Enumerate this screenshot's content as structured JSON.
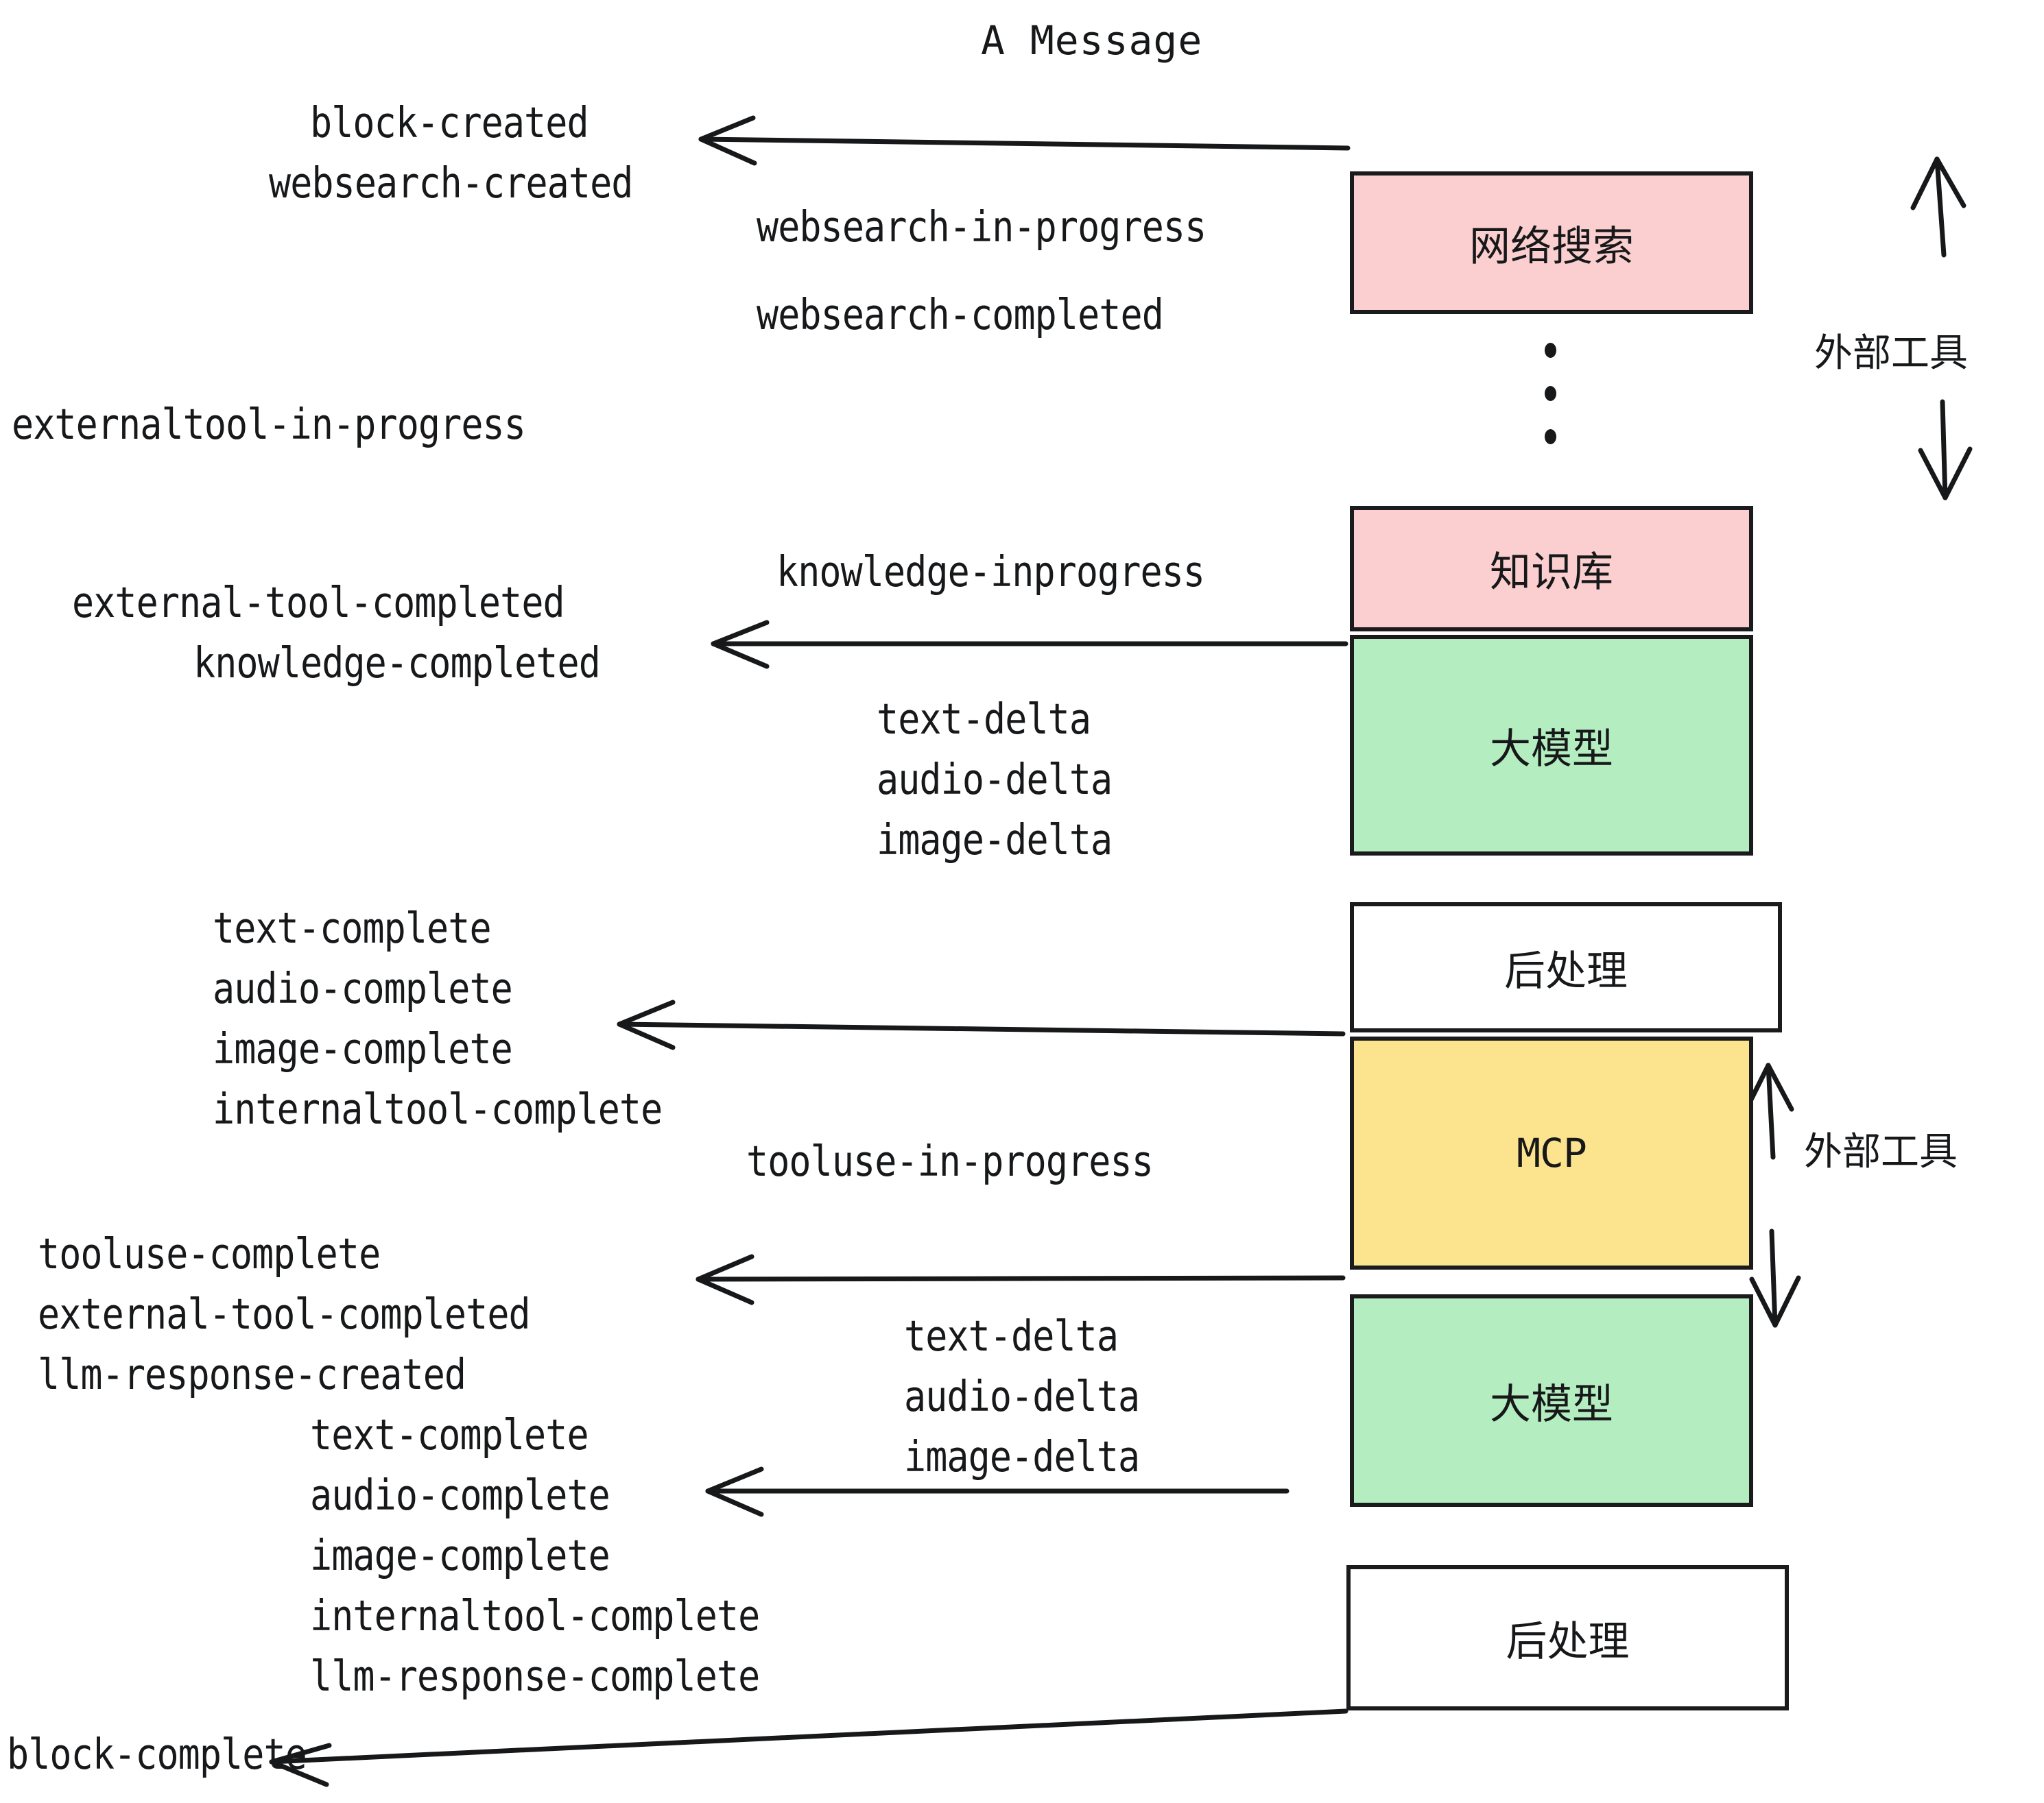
{
  "title": "A Message",
  "nodes": [
    {
      "id": "websearch",
      "label": "网络搜索",
      "color": "#fbcfcf"
    },
    {
      "id": "knowledge",
      "label": "知识库",
      "color": "#fbcfcf"
    },
    {
      "id": "llm1",
      "label": "大模型",
      "color": "#b4edc0"
    },
    {
      "id": "post1",
      "label": "后处理",
      "color": "#ffffff"
    },
    {
      "id": "mcp",
      "label": "MCP",
      "color": "#fce38e"
    },
    {
      "id": "llm2",
      "label": "大模型",
      "color": "#b4edc0"
    },
    {
      "id": "post2",
      "label": "后处理",
      "color": "#ffffff"
    }
  ],
  "side_labels": [
    {
      "id": "external-tool-top",
      "label": "外部工具"
    },
    {
      "id": "external-tool-bottom",
      "label": "外部工具"
    }
  ],
  "events": [
    {
      "id": "block-created",
      "label": "block-created"
    },
    {
      "id": "websearch-created",
      "label": "websearch-created"
    },
    {
      "id": "websearch-in-progress",
      "label": "websearch-in-progress"
    },
    {
      "id": "websearch-completed",
      "label": "websearch-completed"
    },
    {
      "id": "externaltool-in-progress",
      "label": "externaltool-in-progress"
    },
    {
      "id": "knowledge-inprogress",
      "label": "knowledge-inprogress"
    },
    {
      "id": "external-tool-completed-1",
      "label": "external-tool-completed"
    },
    {
      "id": "knowledge-completed",
      "label": "knowledge-completed"
    },
    {
      "id": "text-delta-1",
      "label": "text-delta"
    },
    {
      "id": "audio-delta-1",
      "label": "audio-delta"
    },
    {
      "id": "image-delta-1",
      "label": "image-delta"
    },
    {
      "id": "text-complete-1",
      "label": "text-complete"
    },
    {
      "id": "audio-complete-1",
      "label": "audio-complete"
    },
    {
      "id": "image-complete-1",
      "label": "image-complete"
    },
    {
      "id": "internaltool-complete-1",
      "label": "internaltool-complete"
    },
    {
      "id": "tooluse-in-progress",
      "label": "tooluse-in-progress"
    },
    {
      "id": "tooluse-complete",
      "label": "tooluse-complete"
    },
    {
      "id": "external-tool-completed-2",
      "label": "external-tool-completed"
    },
    {
      "id": "llm-response-created",
      "label": "llm-response-created"
    },
    {
      "id": "text-delta-2",
      "label": "text-delta"
    },
    {
      "id": "audio-delta-2",
      "label": "audio-delta"
    },
    {
      "id": "image-delta-2",
      "label": "image-delta"
    },
    {
      "id": "text-complete-2",
      "label": "text-complete"
    },
    {
      "id": "audio-complete-2",
      "label": "audio-complete"
    },
    {
      "id": "image-complete-2",
      "label": "image-complete"
    },
    {
      "id": "internaltool-complete-2",
      "label": "internaltool-complete"
    },
    {
      "id": "llm-response-complete",
      "label": "llm-response-complete"
    },
    {
      "id": "block-complete",
      "label": "block-complete"
    }
  ],
  "colors": {
    "ink": "#17181a",
    "pink": "#fbcfcf",
    "green": "#b4edc0",
    "yellow": "#fce38e",
    "white": "#ffffff"
  }
}
